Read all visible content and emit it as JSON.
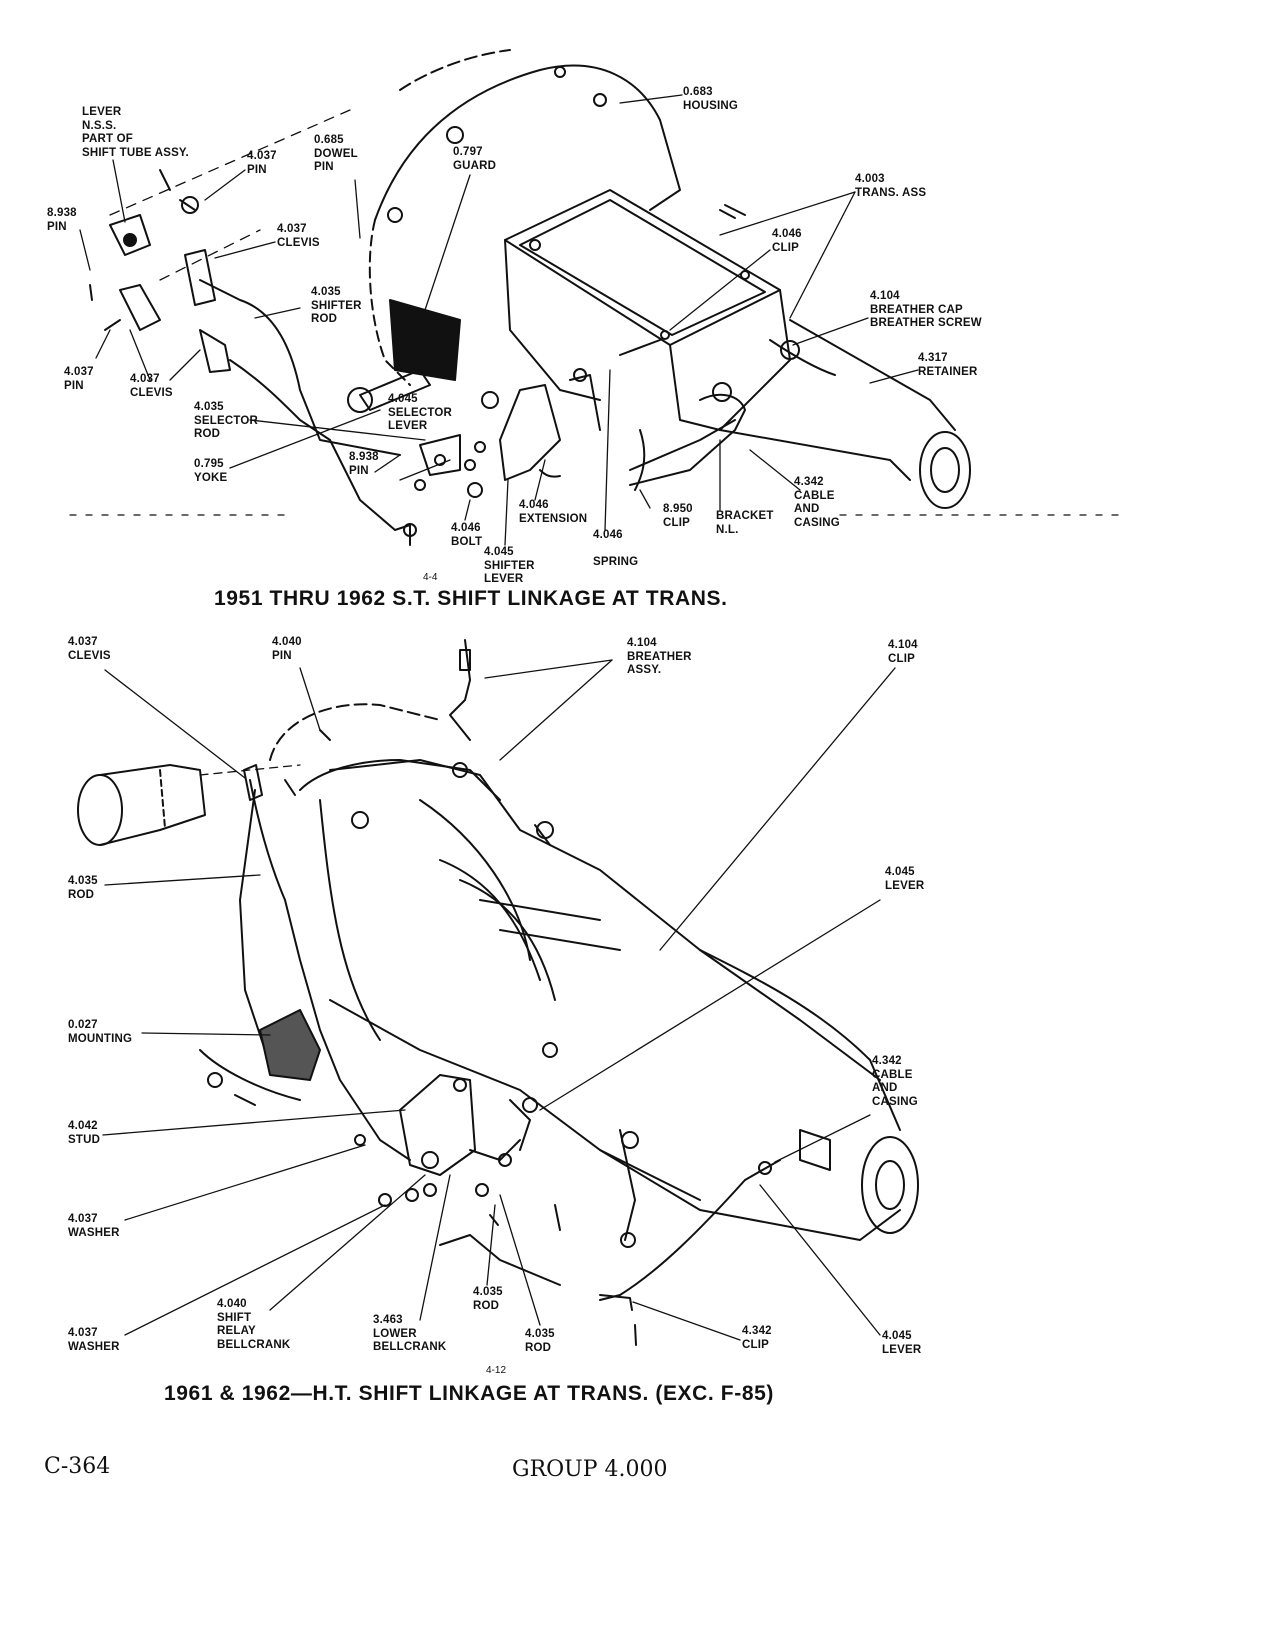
{
  "figures": [
    {
      "number": "4-4",
      "caption": "1951 THRU 1962 S.T. SHIFT LINKAGE AT TRANS.",
      "callouts": [
        {
          "id": "lever-nss",
          "lines": [
            "LEVER",
            "N.S.S.",
            "PART OF",
            "SHIFT TUBE ASSY."
          ]
        },
        {
          "id": "pin-4037-top",
          "lines": [
            "4.037",
            "PIN"
          ]
        },
        {
          "id": "dowel-pin",
          "lines": [
            "0.685",
            "DOWEL",
            "PIN"
          ]
        },
        {
          "id": "guard",
          "lines": [
            "0.797",
            "GUARD"
          ]
        },
        {
          "id": "housing",
          "lines": [
            "0.683",
            "HOUSING"
          ]
        },
        {
          "id": "pin-8938-left",
          "lines": [
            "8.938",
            "PIN"
          ]
        },
        {
          "id": "clevis-4037-top",
          "lines": [
            "4.037",
            "CLEVIS"
          ]
        },
        {
          "id": "trans-ass",
          "lines": [
            "4.003",
            "TRANS. ASS"
          ]
        },
        {
          "id": "clip-4046",
          "lines": [
            "4.046",
            "CLIP"
          ]
        },
        {
          "id": "shifter-rod",
          "lines": [
            "4.035",
            "SHIFTER",
            "ROD"
          ]
        },
        {
          "id": "breather-cap",
          "lines": [
            "4.104",
            "BREATHER CAP",
            "BREATHER SCREW"
          ]
        },
        {
          "id": "retainer",
          "lines": [
            "4.317",
            "RETAINER"
          ]
        },
        {
          "id": "pin-4037-left",
          "lines": [
            "4.037",
            "PIN"
          ]
        },
        {
          "id": "clevis-4037-left",
          "lines": [
            "4.037",
            "CLEVIS"
          ]
        },
        {
          "id": "selector-rod",
          "lines": [
            "4.035",
            "SELECTOR",
            "ROD"
          ]
        },
        {
          "id": "selector-lever",
          "lines": [
            "4.045",
            "SELECTOR",
            "LEVER"
          ]
        },
        {
          "id": "yoke",
          "lines": [
            "0.795",
            "YOKE"
          ]
        },
        {
          "id": "pin-8938-mid",
          "lines": [
            "8.938",
            "PIN"
          ]
        },
        {
          "id": "bolt",
          "lines": [
            "4.046",
            "BOLT"
          ]
        },
        {
          "id": "extension",
          "lines": [
            "4.046",
            "EXTENSION"
          ]
        },
        {
          "id": "spring",
          "lines": [
            "4.046",
            "",
            "SPRING"
          ]
        },
        {
          "id": "clip-8950",
          "lines": [
            "8.950",
            "CLIP"
          ]
        },
        {
          "id": "bracket",
          "lines": [
            "BRACKET",
            "N.L."
          ]
        },
        {
          "id": "cable-casing-top",
          "lines": [
            "4.342",
            "CABLE",
            "AND",
            "CASING"
          ]
        },
        {
          "id": "shifter-lever",
          "lines": [
            "4.045",
            "SHIFTER",
            "LEVER"
          ]
        }
      ]
    },
    {
      "number": "4-12",
      "caption": "1961 & 1962—H.T. SHIFT LINKAGE AT TRANS. (EXC. F-85)",
      "callouts": [
        {
          "id": "clevis-b",
          "lines": [
            "4.037",
            "CLEVIS"
          ]
        },
        {
          "id": "pin-4040",
          "lines": [
            "4.040",
            "PIN"
          ]
        },
        {
          "id": "breather-assy",
          "lines": [
            "4.104",
            "BREATHER",
            "ASSY."
          ]
        },
        {
          "id": "clip-4104",
          "lines": [
            "4.104",
            "CLIP"
          ]
        },
        {
          "id": "rod-left",
          "lines": [
            "4.035",
            "ROD"
          ]
        },
        {
          "id": "lever-4045-right",
          "lines": [
            "4.045",
            "LEVER"
          ]
        },
        {
          "id": "mounting",
          "lines": [
            "0.027",
            "MOUNTING"
          ]
        },
        {
          "id": "cable-casing-b",
          "lines": [
            "4.342",
            "CABLE",
            "AND",
            "CASING"
          ]
        },
        {
          "id": "stud",
          "lines": [
            "4.042",
            "STUD"
          ]
        },
        {
          "id": "washer-1",
          "lines": [
            "4.037",
            "WASHER"
          ]
        },
        {
          "id": "rod-mid",
          "lines": [
            "4.035",
            "ROD"
          ]
        },
        {
          "id": "shift-relay",
          "lines": [
            "4.040",
            "SHIFT",
            "RELAY",
            "BELLCRANK"
          ]
        },
        {
          "id": "lower-bellcrank",
          "lines": [
            "3.463",
            "LOWER",
            "BELLCRANK"
          ]
        },
        {
          "id": "rod-low",
          "lines": [
            "4.035",
            "ROD"
          ]
        },
        {
          "id": "washer-2",
          "lines": [
            "4.037",
            "WASHER"
          ]
        },
        {
          "id": "clip-4342",
          "lines": [
            "4.342",
            "CLIP"
          ]
        },
        {
          "id": "lever-4045-low",
          "lines": [
            "4.045",
            "LEVER"
          ]
        }
      ]
    }
  ],
  "footer": {
    "page": "C-364",
    "group": "GROUP 4.000"
  }
}
